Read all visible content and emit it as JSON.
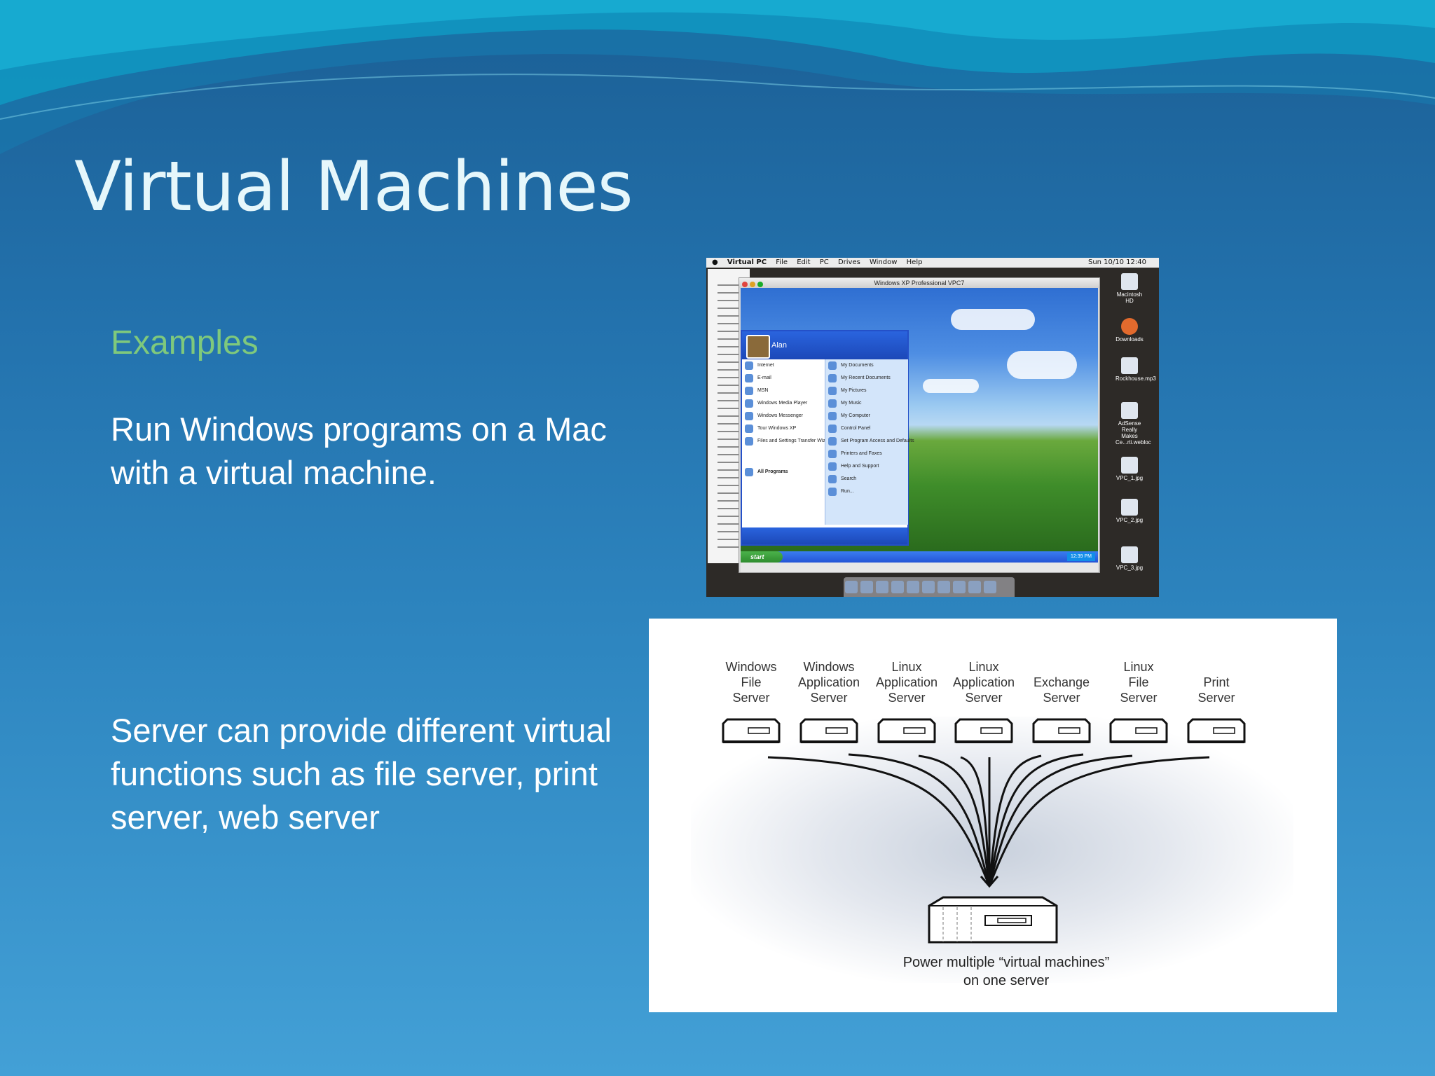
{
  "slide": {
    "title": "Virtual Machines",
    "subheading": "Examples",
    "paragraph1": "Run Windows programs on a Mac with a virtual machine.",
    "paragraph2": "Server can provide different virtual functions such as file server, print server, web server"
  },
  "screenshot": {
    "menubar": {
      "app": "Virtual PC",
      "items": [
        "File",
        "Edit",
        "PC",
        "Drives",
        "Window",
        "Help"
      ],
      "clock": "Sun 10/10 12:40"
    },
    "window_title": "Windows XP Professional VPC7",
    "start_menu": {
      "user": "Alan",
      "left_items": [
        "Internet",
        "E-mail",
        "MSN",
        "Windows Media Player",
        "Windows Messenger",
        "Tour Windows XP",
        "Files and Settings Transfer Wizard",
        "All Programs"
      ],
      "right_items": [
        "My Documents",
        "My Recent Documents",
        "My Pictures",
        "My Music",
        "My Computer",
        "Control Panel",
        "Set Program Access and Defaults",
        "Printers and Faxes",
        "Help and Support",
        "Search",
        "Run..."
      ]
    },
    "taskbar": {
      "start_label": "start",
      "clock": "12:39 PM"
    },
    "desktop_icons": [
      "Macintosh HD",
      "Downloads",
      "Rockhouse.mp3",
      "AdSense Really Makes Ce...rti.webloc",
      "VPC_1.jpg",
      "VPC_2.jpg",
      "VPC_3.jpg"
    ]
  },
  "diagram": {
    "servers": [
      {
        "label": "Windows\nFile\nServer"
      },
      {
        "label": "Windows\nApplication\nServer"
      },
      {
        "label": "Linux\nApplication\nServer"
      },
      {
        "label": "Linux\nApplication\nServer"
      },
      {
        "label": "Exchange\nServer"
      },
      {
        "label": "Linux\nFile\nServer"
      },
      {
        "label": "Print\nServer"
      }
    ],
    "caption": "Power multiple “virtual machines”\non one server"
  }
}
